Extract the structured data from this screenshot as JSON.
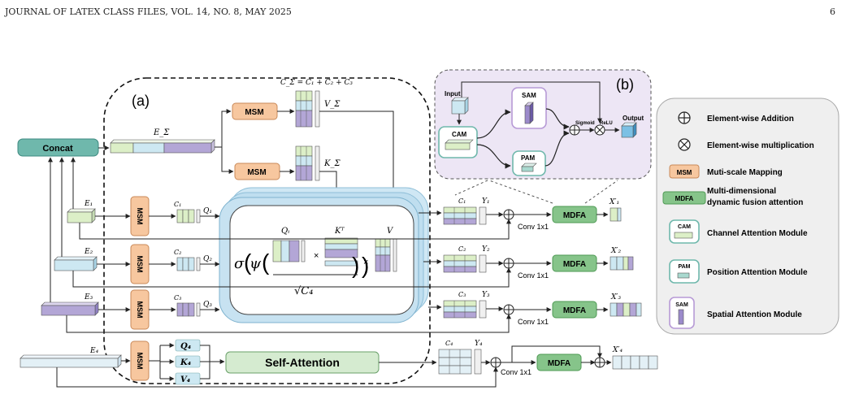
{
  "header": {
    "journal": "JOURNAL OF LATEX CLASS FILES, VOL. 14, NO. 8, MAY 2025",
    "page_number": "6"
  },
  "panel_labels": {
    "a": "(a)",
    "b": "(b)"
  },
  "blocks": {
    "concat": "Concat",
    "msm": "MSM",
    "mdfa": "MDFA",
    "self_attention": "Self-Attention",
    "conv": "Conv 1x1"
  },
  "symbols": {
    "c_sum": "C_Σ = C₁ + C₂ + C₃",
    "e_sum": "E_Σ",
    "v_sum": "V_Σ",
    "k_sum": "K_Σ",
    "e1": "E₁",
    "e2": "E₂",
    "e3": "E₃",
    "e4": "E₄",
    "c1": "C₁",
    "c2": "C₂",
    "c3": "C₃",
    "c4": "C₄",
    "q1": "Q₁",
    "q2": "Q₂",
    "q3": "Q₃",
    "q4": "Q₄",
    "k4": "K₄",
    "v4": "V₄",
    "y1": "Y₁",
    "y2": "Y₂",
    "y3": "Y₃",
    "y4": "Y₄",
    "x1": "X′₁",
    "x2": "X′₂",
    "x3": "X′₃",
    "x4": "X′₄",
    "qi": "Qᵢ",
    "kt": "Kᵀ",
    "v": "V",
    "sigma": "σ",
    "psi": "ψ",
    "sqrt": "√C₄",
    "times": "×"
  },
  "inset_b": {
    "input": "Input",
    "output": "Output",
    "cam": "CAM",
    "sam": "SAM",
    "pam": "PAM",
    "sigmoid": "Sigmoid",
    "relu": "ReLU"
  },
  "legend": {
    "items": [
      {
        "label": "Element-wise Addition"
      },
      {
        "label": "Element-wise multiplication"
      },
      {
        "key": "MSM",
        "label": "Muti-scale Mapping"
      },
      {
        "key": "MDFA",
        "label_line1": "Multi-dimensional",
        "label_line2": "dynamic fusion attention"
      },
      {
        "key": "CAM",
        "label": "Channel Attention Module"
      },
      {
        "key": "PAM",
        "label": "Position Attention Module"
      },
      {
        "key": "SAM",
        "label": "Spatial Attention Module"
      }
    ]
  },
  "colors": {
    "concat": "#6fb8ac",
    "msm": "#f7c79f",
    "mdfa": "#86c48a",
    "self_attention": "#d5ebd0",
    "inset_bg": "#ede6f5",
    "legend_bg": "#efefef",
    "attn_bg": "#cfe7f4",
    "green_feat": "#dcefc7",
    "blue_feat": "#cde8f2",
    "purple_feat": "#b3a6d6",
    "light_feat": "#e3f0f6"
  }
}
